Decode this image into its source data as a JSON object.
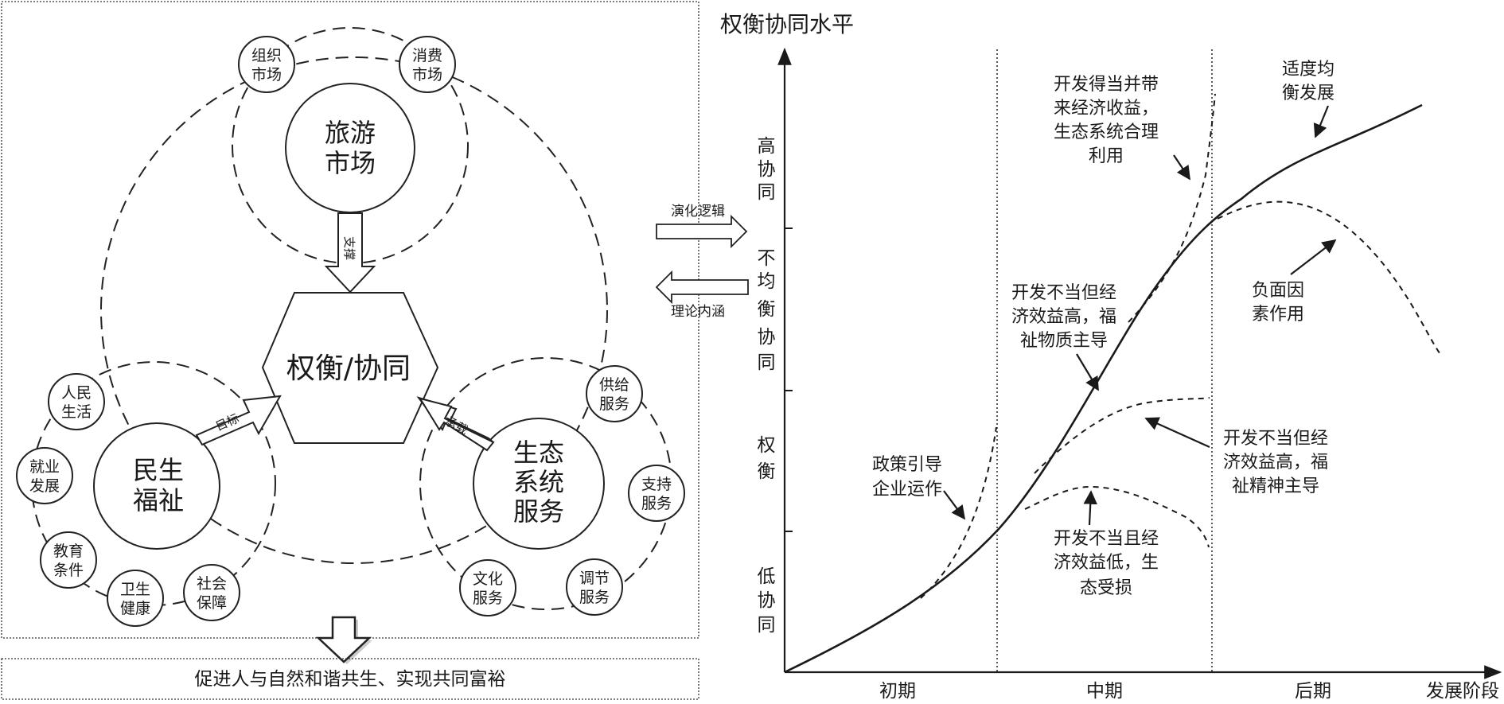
{
  "left_panel": {
    "tourism_market": [
      "旅游",
      "市场"
    ],
    "organization_market": [
      "组织",
      "市场"
    ],
    "consumption_market": [
      "消费",
      "市场"
    ],
    "center_label": "权衡/协同",
    "livelihood_welfare": [
      "民生",
      "福祉"
    ],
    "ecosystem_services": [
      "生态",
      "系统",
      "服务"
    ],
    "arrow_support": "支撑",
    "arrow_goal": "目标",
    "arrow_carry": "承载",
    "welfare_items": [
      [
        "人民",
        "生活"
      ],
      [
        "就业",
        "发展"
      ],
      [
        "教育",
        "条件"
      ],
      [
        "卫生",
        "健康"
      ],
      [
        "社会",
        "保障"
      ]
    ],
    "service_items": [
      [
        "供给",
        "服务"
      ],
      [
        "支持",
        "服务"
      ],
      [
        "调节",
        "服务"
      ],
      [
        "文化",
        "服务"
      ]
    ],
    "bottom_text": "促进人与自然和谐共生、实现共同富裕"
  },
  "middle": {
    "evolution_logic": "演化逻辑",
    "theory_connotation": "理论内涵"
  },
  "right_panel": {
    "y_axis_title": "权衡协同水平",
    "x_axis_title": "发展阶段",
    "y_levels": [
      [
        "高",
        "协",
        "同"
      ],
      [
        "不",
        "均",
        "衡",
        "协",
        "同"
      ],
      [
        "权",
        "衡"
      ],
      [
        "低",
        "协",
        "同"
      ]
    ],
    "stages": [
      "初期",
      "中期",
      "后期"
    ],
    "annotations": {
      "policy": [
        "政策引导",
        "企业运作"
      ],
      "proper_dev": [
        "开发得当并带",
        "来经济收益，",
        "生态系统合理",
        "利用"
      ],
      "moderate": [
        "适度均",
        "衡发展"
      ],
      "negative": [
        "负面因",
        "素作用"
      ],
      "improper_material": [
        "开发不当但经",
        "济效益高，福",
        "祉物质主导"
      ],
      "improper_spiritual": [
        "开发不当但经",
        "济效益高，福",
        "祉精神主导"
      ],
      "improper_low": [
        "开发不当且经",
        "济效益低，生",
        "态受损"
      ]
    }
  }
}
